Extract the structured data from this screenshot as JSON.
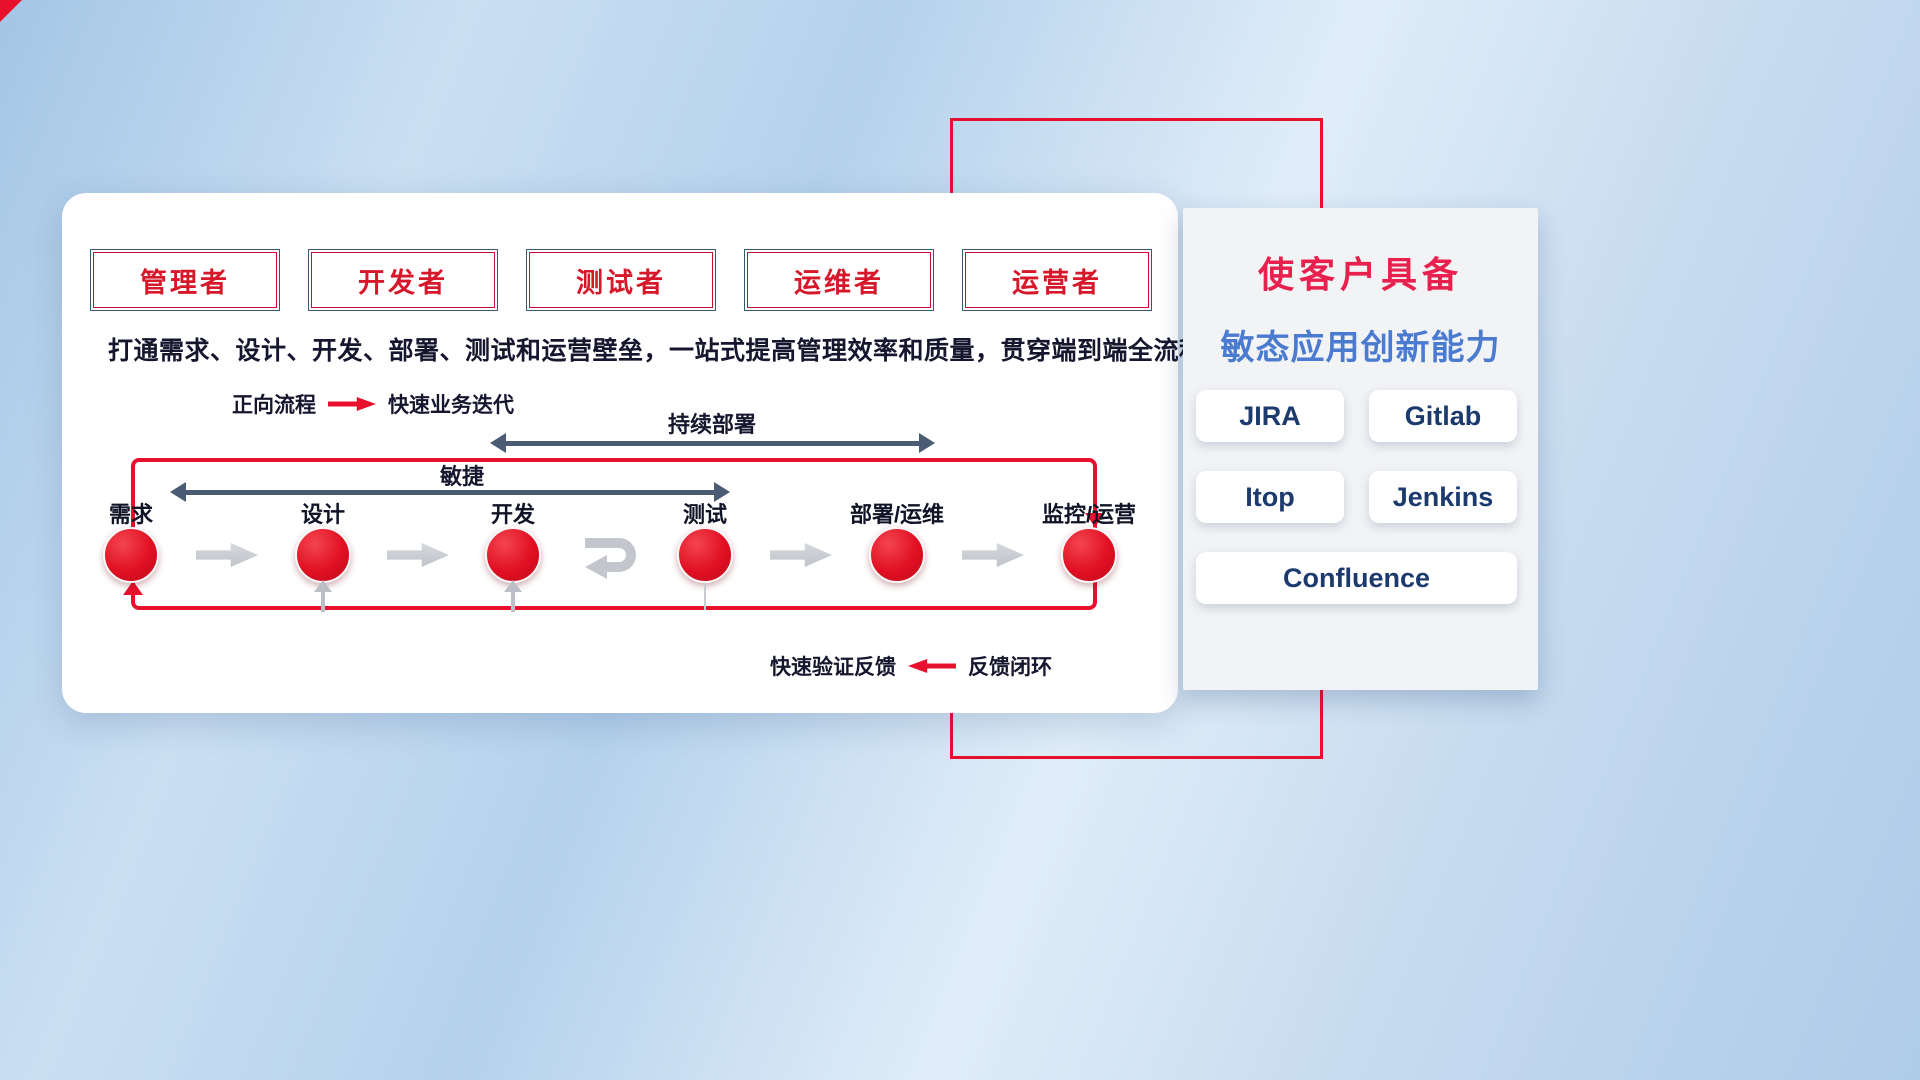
{
  "roles": [
    {
      "label": "管理者"
    },
    {
      "label": "开发者"
    },
    {
      "label": "测试者"
    },
    {
      "label": "运维者"
    },
    {
      "label": "运营者"
    }
  ],
  "description": "打通需求、设计、开发、部署、测试和运营壁垒，一站式提高管理效率和质量，贯穿端到端全流程",
  "legend_forward": {
    "label": "正向流程",
    "value": "快速业务迭代"
  },
  "legend_feedback": {
    "label": "快速验证反馈",
    "value": "反馈闭环"
  },
  "flow": {
    "agile_label": "敏捷",
    "cd_label": "持续部署",
    "stages": [
      {
        "label": "需求"
      },
      {
        "label": "设计"
      },
      {
        "label": "开发"
      },
      {
        "label": "测试"
      },
      {
        "label": "部署/运维"
      },
      {
        "label": "监控/运营"
      }
    ]
  },
  "panel": {
    "title_line1": "使客户具备",
    "title_line2": "敏态应用创新能力",
    "tools": [
      "JIRA",
      "Gitlab",
      "Itop",
      "Jenkins",
      "Confluence"
    ]
  },
  "colors": {
    "accent_red": "#e8112d",
    "accent_blue": "#4a7bd0",
    "navy": "#1c3a6e",
    "arrow_dark": "#4b5b74",
    "arrow_gray": "#c3c7cd"
  }
}
